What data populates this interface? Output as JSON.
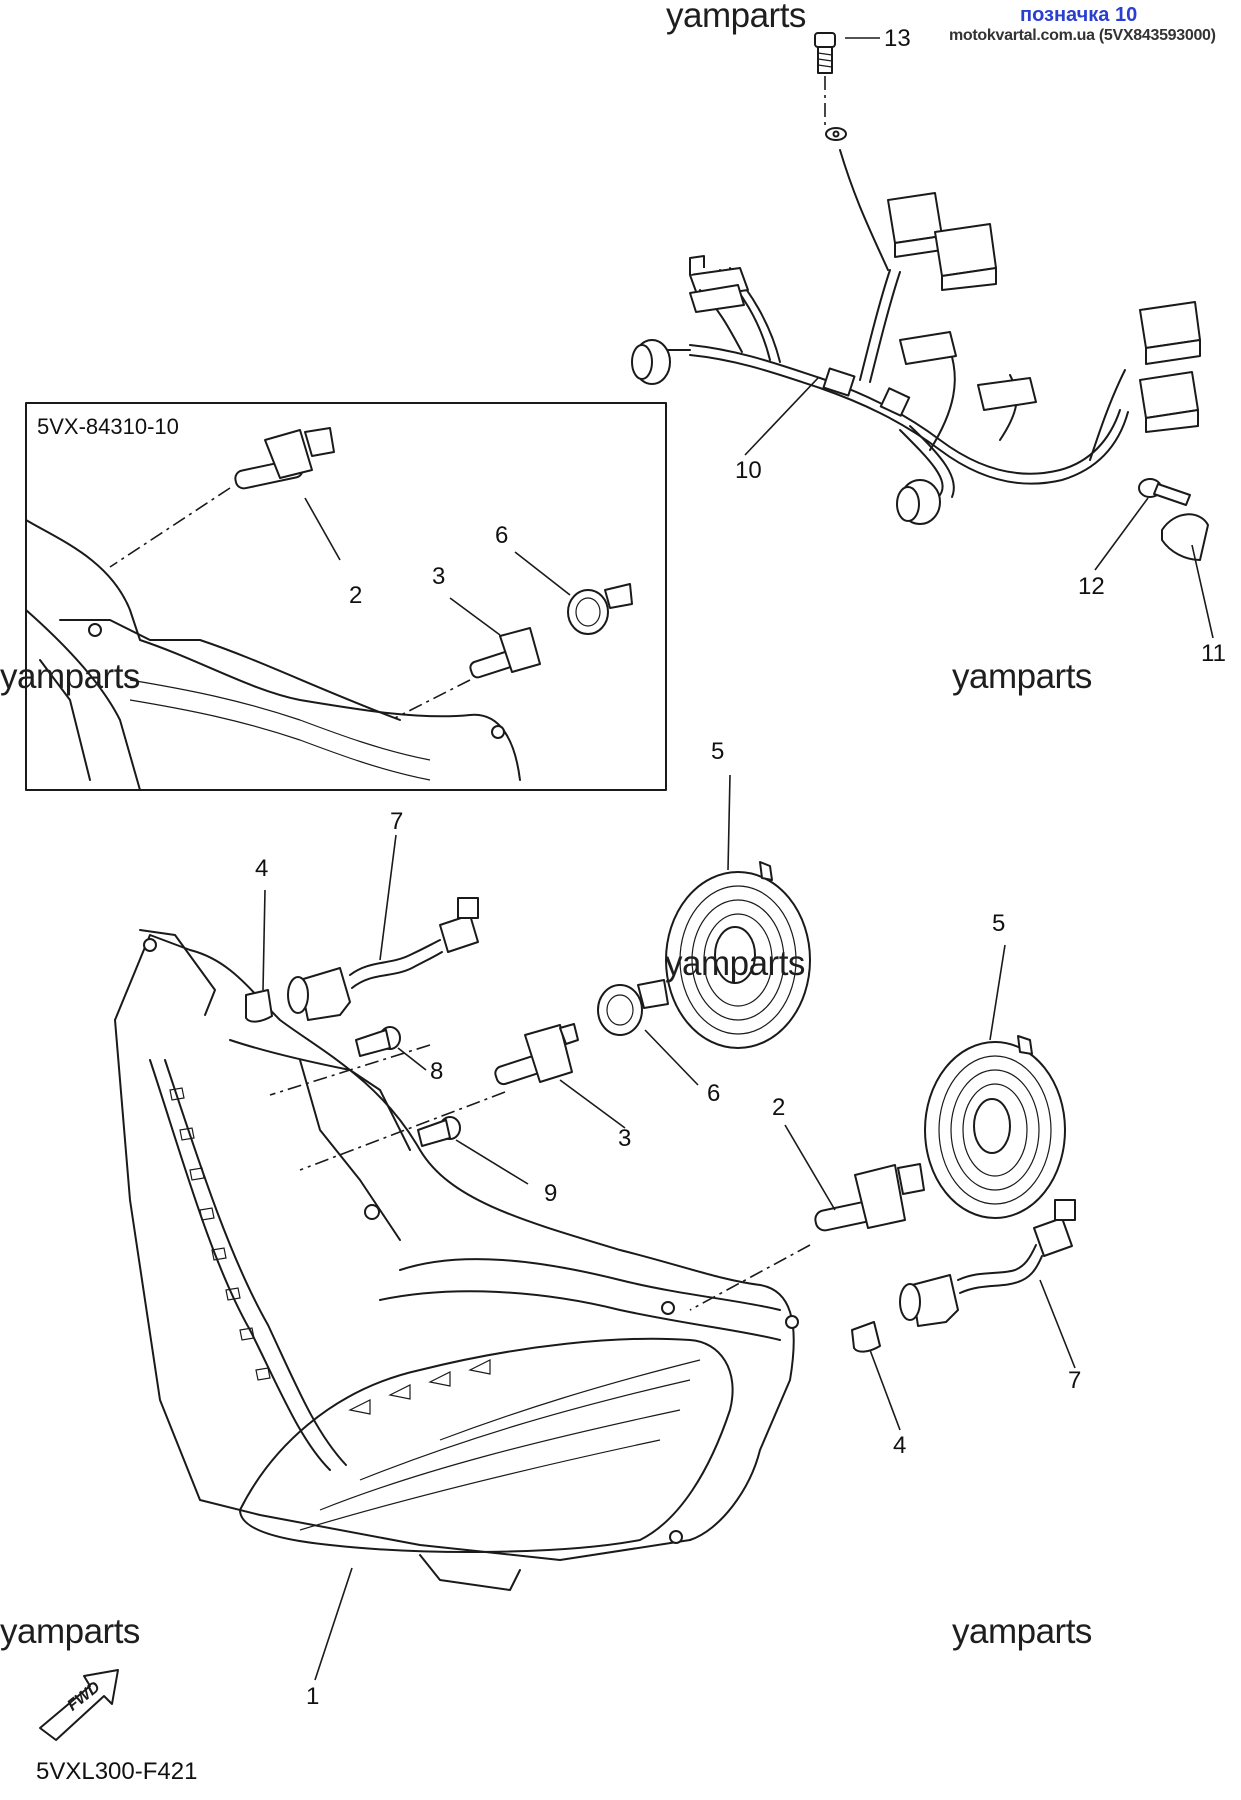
{
  "header": {
    "site_label": "позначка 10",
    "site_url": "motokvartal.com.ua (5VX843593000)"
  },
  "watermarks": [
    "yamparts",
    "yamparts",
    "yamparts",
    "yamparts",
    "yamparts",
    "yamparts"
  ],
  "inset": {
    "label": "5VX-84310-10"
  },
  "callouts": {
    "c1": "1",
    "c2_inset": "2",
    "c2_main": "2",
    "c3_inset": "3",
    "c3_main": "3",
    "c4_left": "4",
    "c4_right": "4",
    "c5_top": "5",
    "c5_right": "5",
    "c6_inset": "6",
    "c6_main": "6",
    "c7_left": "7",
    "c7_right": "7",
    "c8": "8",
    "c9": "9",
    "c10": "10",
    "c11": "11",
    "c12": "12",
    "c13": "13"
  },
  "fwd_label": "FWD",
  "diagram_code": "5VXL300-F421"
}
